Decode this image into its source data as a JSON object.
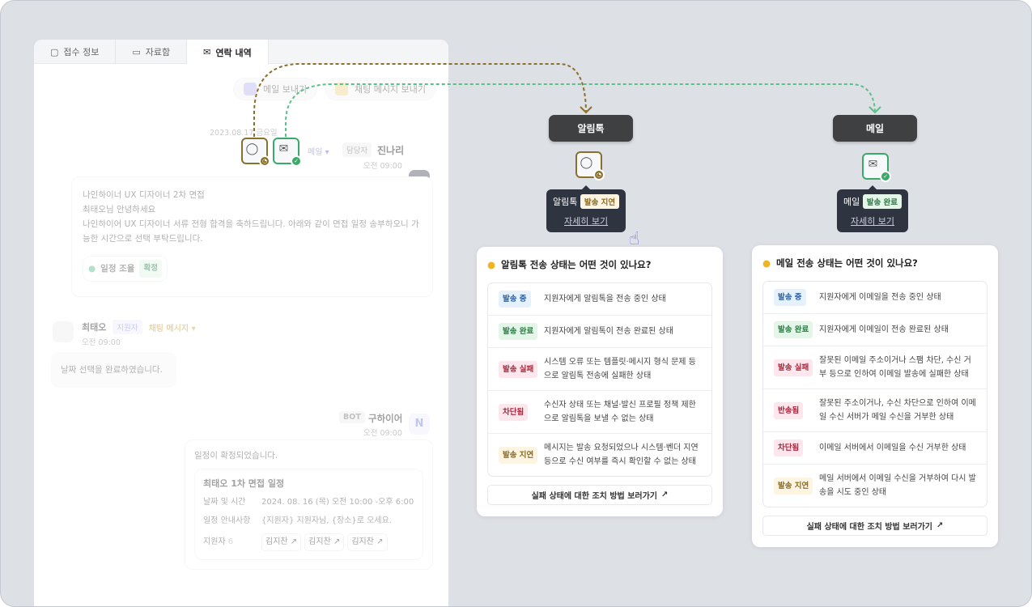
{
  "tabs": [
    {
      "label": "접수 정보",
      "icon": "user-card-icon"
    },
    {
      "label": "자료함",
      "icon": "archive-icon"
    },
    {
      "label": "연락 내역",
      "icon": "mail-open-icon"
    }
  ],
  "actions": {
    "send_mail": "메일 보내기",
    "send_chat": "채팅 메시지 보내기"
  },
  "msg1": {
    "date": "2023.08.17 금요일",
    "channel": "메일",
    "role": "담당자",
    "name": "진나리",
    "time": "오전 09:00",
    "lines": [
      "나인하이너 UX 디자이너 2차 면접",
      "최태오님 안녕하세요",
      "나인하이어 UX 디자이너 서류 전형 합격을 축하드립니다. 아래와 같이 면접 일정 송부하오니 가능한 시간으로 선택 부탁드립니다."
    ],
    "schedule_label": "일정 조율",
    "schedule_status": "확정"
  },
  "msg2": {
    "name": "최태오",
    "role": "지원자",
    "channel": "채팅 메시지",
    "time": "오전 09:00",
    "text": "날짜 선택을 완료하였습니다."
  },
  "msg3": {
    "role": "BOT",
    "name": "구하이어",
    "time": "오전 09:00",
    "text": "일정이 확정되었습니다.",
    "card_title": "최태오 1차 면접 일정",
    "date_label": "날짜 및 시간",
    "date_value": "2024. 08. 16 (목) 오전 10:00 -오후 6:00",
    "notice_label": "일정 안내사항",
    "notice_value": "{지원자} 지원자님, {장소}로 오세요.",
    "applicants_label": "지원자",
    "applicants_count": "6",
    "applicants": [
      "김지찬",
      "김지찬",
      "김지찬"
    ]
  },
  "alimtalk": {
    "title": "알림톡",
    "tip_label": "알림톡",
    "tip_status": "발송 지연",
    "tip_link": "자세히 보기",
    "info_title": "알림톡 전송 상태는 어떤 것이 있나요?",
    "rows": [
      {
        "status": "발송 중",
        "desc": "지원자에게 알림톡을 전송 중인 상태"
      },
      {
        "status": "발송 완료",
        "desc": "지원자에게 알림톡이 전송 완료된 상태"
      },
      {
        "status": "발송 실패",
        "desc": "시스템 오류 또는 템플릿·메시지 형식 문제 등으로 알림톡 전송에 실패한 상태"
      },
      {
        "status": "차단됨",
        "desc": "수신자 상태 또는 채널·발신 프로필 정책 제한으로 알림톡을 보낼 수 없는 상태"
      },
      {
        "status": "발송 지연",
        "desc": "메시지는 발송 요청되었으나 시스템·벤더 지연 등으로 수신 여부를 즉시 확인할 수 없는 상태"
      }
    ],
    "button": "실패 상태에 대한 조치 방법 보러가기"
  },
  "mail": {
    "title": "메일",
    "tip_label": "메일",
    "tip_status": "발송 완료",
    "tip_link": "자세히 보기",
    "info_title": "메일 전송 상태는 어떤 것이 있나요?",
    "rows": [
      {
        "status": "발송 중",
        "desc": "지원자에게 이메일을 전송 중인 상태"
      },
      {
        "status": "발송 완료",
        "desc": "지원자에게 이메일이 전송 완료된 상태"
      },
      {
        "status": "발송 실패",
        "desc": "잘못된 이메일 주소이거나 스팸 차단, 수신 거부 등으로 인하여 이메일 발송에 실패한 상태"
      },
      {
        "status": "반송됨",
        "desc": "잘못된 주소이거나, 수신 차단으로 인하여 이메일 수신 서버가 메일 수신을 거부한 상태"
      },
      {
        "status": "차단됨",
        "desc": "이메일 서버에서 이메일을 수신 거부한 상태"
      },
      {
        "status": "발송 지연",
        "desc": "메일 서버에서 이메일 수신을 거부하여 다시 발송을 시도 중인 상태"
      }
    ],
    "button": "실패 상태에 대한 조치 방법 보러가기"
  },
  "colors": {
    "olive": "#8c6f2a",
    "green": "#3aaa6a",
    "accent": "#7b7fd6"
  }
}
